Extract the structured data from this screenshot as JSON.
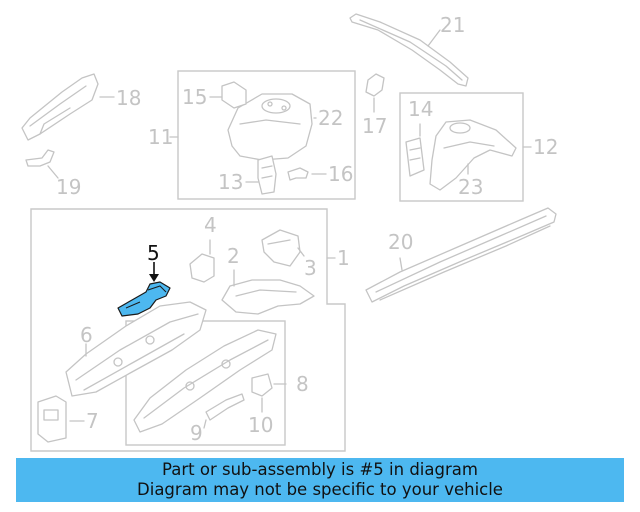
{
  "diagram": {
    "highlight_color": "#4db8f0",
    "line_color": "#c4c4c4",
    "highlighted_part": "5",
    "callouts": [
      "1",
      "2",
      "3",
      "4",
      "5",
      "6",
      "7",
      "8",
      "9",
      "10",
      "11",
      "12",
      "13",
      "14",
      "15",
      "16",
      "17",
      "18",
      "19",
      "20",
      "21",
      "22",
      "23"
    ]
  },
  "banner": {
    "line1": "Part or sub-assembly is #5 in diagram",
    "line2": "Diagram may not be specific to your vehicle"
  }
}
